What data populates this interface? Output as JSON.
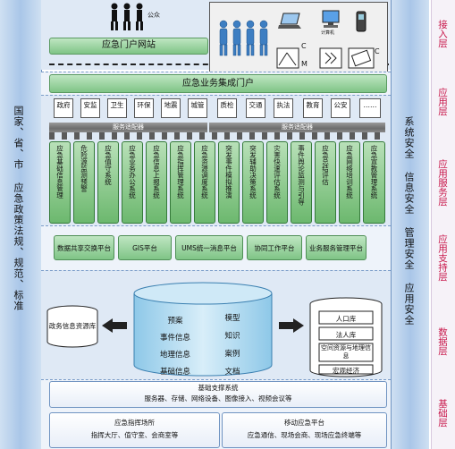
{
  "left_rail": {
    "text": "国家、省、市 应急政策法规、规范、标准"
  },
  "right_rail": {
    "text": "系统安全 信息安全 管理安全 应用安全"
  },
  "layers": [
    "接入层",
    "应用层",
    "应用服务层",
    "应用支持层",
    "数据层",
    "基础层"
  ],
  "access": {
    "public_label": "公众",
    "portal_site": "应急门户网站",
    "computer_label": "计算机",
    "c_label": "C",
    "m_label": "M",
    "c2_label": "C"
  },
  "integration_portal": "应急业务集成门户",
  "systems": [
    "政府",
    "安监",
    "卫生",
    "环保",
    "地震",
    "城管",
    "质检",
    "交通",
    "执法",
    "教育",
    "公安",
    "……"
  ],
  "adapter_label": "服务适配器",
  "services": [
    "应急基础信息管理",
    "危险源监测预警",
    "应急值守系统",
    "应急业务办公系统",
    "应急信息上报系统",
    "应急指挥管理系统",
    "应急资源调度系统",
    "突发事件模拟推演",
    "突发辅助决策系统",
    "灾害快速评估系统",
    "事件舆论监测与引导",
    "应急总结评估",
    "应急网络培训系统",
    "应急宣教管理系统"
  ],
  "platforms": [
    "数据共享交换平台",
    "GIS平台",
    "UMS统一消息平台",
    "协同工作平台",
    "业务服务管理平台"
  ],
  "data_layer": {
    "gov_resource": "政务信息资源库",
    "db_left": [
      "预案",
      "事件信息",
      "地理信息",
      "基础信息"
    ],
    "db_right": [
      "模型",
      "知识",
      "案例",
      "文档"
    ],
    "stores": [
      "人口库",
      "法人库",
      "空间资源与地理信息",
      "宏观经济"
    ]
  },
  "support": {
    "title": "基础支撑系统",
    "detail": "服务器、存储、网络设备、图像接入、视频会议等"
  },
  "bottom": {
    "command_title": "应急指挥场所",
    "command_detail": "指挥大厅、值守室、会商室等",
    "mobile_title": "移动应急平台",
    "mobile_detail": "应急通信、现场会商、现场应急终端等"
  },
  "colors": {
    "rail": "#a9c6e8",
    "green": "#7fc486",
    "layer_text": "#c8174a",
    "adapter": "#7a7a7a"
  }
}
